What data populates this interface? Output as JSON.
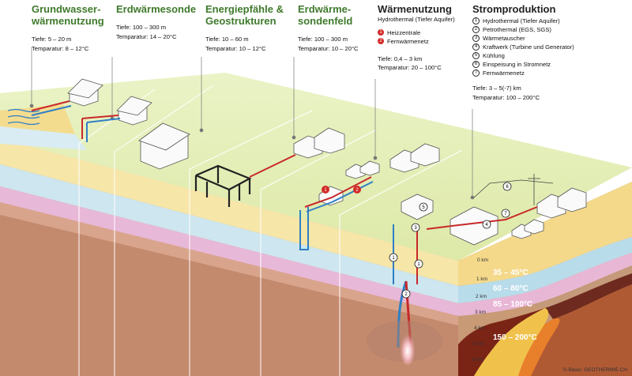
{
  "columns": [
    {
      "title": "Grundwasser-\nwärmenutzung",
      "lines": [
        "Tiefe: 5 – 20 m",
        "Temparatur: 8 – 12°C"
      ]
    },
    {
      "title": "Erdwärmesonde",
      "lines": [
        "Tiefe: 100 – 300 m",
        "Temparatur: 14 – 20°C"
      ]
    },
    {
      "title": "Energiepfähle &\nGeostrukturen",
      "lines": [
        "Tiefe: 10 – 60 m",
        "Temparatur: 10 – 12°C"
      ]
    },
    {
      "title": "Erdwärme-\nsondenfeld",
      "lines": [
        "Tiefe: 100 – 300 m",
        "Temparatur: 10 – 20°C"
      ]
    }
  ],
  "waermenutzung": {
    "title": "Wärmenutzung",
    "subtitle": "Hydrothermal (Tiefer Aquifer)",
    "legend": [
      {
        "num": "1",
        "label": "Heizzentrale"
      },
      {
        "num": "2",
        "label": "Fernwärmenetz"
      }
    ],
    "lines": [
      "Tiefe: 0,4 – 3 km",
      "Temparatur: 20 – 100°C"
    ]
  },
  "stromproduktion": {
    "title": "Stromproduktion",
    "legend": [
      {
        "num": "1",
        "label": "Hydrothermal (Tiefer Aquifer)"
      },
      {
        "num": "2",
        "label": "Petrothermal (EGS, SGS)"
      },
      {
        "num": "3",
        "label": "Wärmetauscher"
      },
      {
        "num": "4",
        "label": "Kraftwerk (Turbine und Generator)"
      },
      {
        "num": "5",
        "label": "Kühlung"
      },
      {
        "num": "6",
        "label": "Einspeisung in Stromnetz"
      },
      {
        "num": "7",
        "label": "Fernwärmenetz"
      }
    ],
    "lines": [
      "Tiefe: 3 – 5(-7) km",
      "Temparatur: 100 – 200°C"
    ]
  },
  "depth_scale": [
    "0 km",
    "1 km",
    "2 km",
    "3 km",
    "4 km",
    "5 km",
    "6 km"
  ],
  "temperature_bands": [
    "35 – 45°C",
    "60 – 80°C",
    "85 – 100°C",
    "150 – 200°C"
  ],
  "credit": "©-Basis: GEOTHERMIE.CH",
  "colors": {
    "title_green": "#3f7a2c",
    "pipe_red": "#c8282a",
    "pipe_blue": "#2f7fc4",
    "accent_red": "#d22a28"
  }
}
